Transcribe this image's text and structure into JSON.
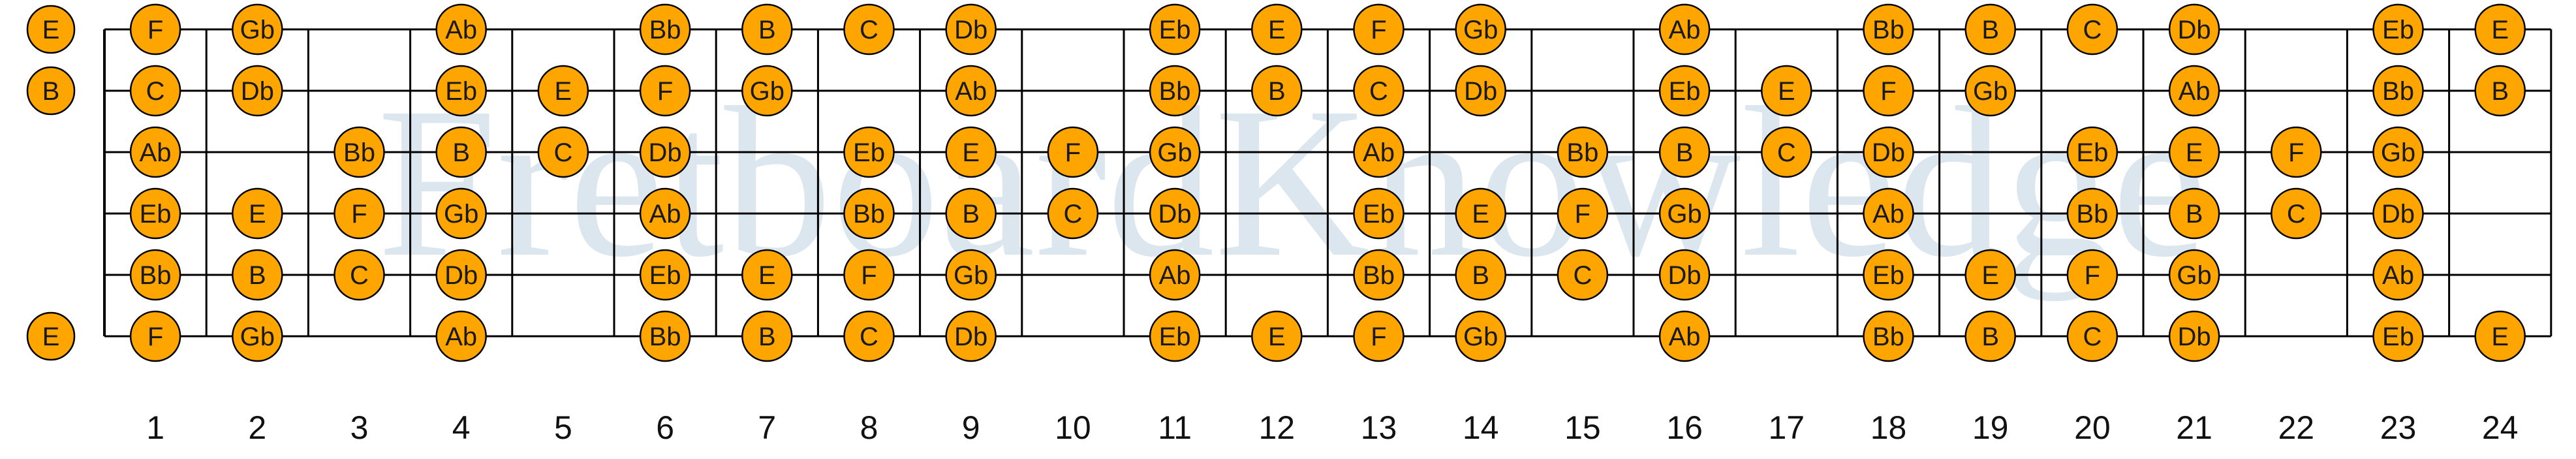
{
  "watermark": "FretboardKnowledge",
  "colors": {
    "note_fill": "#FFA500",
    "note_stroke": "#000000",
    "line": "#000000",
    "watermark": "#dbe6ee"
  },
  "frets": [
    "1",
    "2",
    "3",
    "4",
    "5",
    "6",
    "7",
    "8",
    "9",
    "10",
    "11",
    "12",
    "13",
    "14",
    "15",
    "16",
    "17",
    "18",
    "19",
    "20",
    "21",
    "22",
    "23",
    "24"
  ],
  "strings": [
    {
      "open": "E",
      "notes": [
        "F",
        "Gb",
        "",
        "Ab",
        "",
        "Bb",
        "B",
        "C",
        "Db",
        "",
        "Eb",
        "E",
        "F",
        "Gb",
        "",
        "Ab",
        "",
        "Bb",
        "B",
        "C",
        "Db",
        "",
        "Eb",
        "E"
      ]
    },
    {
      "open": "B",
      "notes": [
        "C",
        "Db",
        "",
        "Eb",
        "E",
        "F",
        "Gb",
        "",
        "Ab",
        "",
        "Bb",
        "B",
        "C",
        "Db",
        "",
        "Eb",
        "E",
        "F",
        "Gb",
        "",
        "Ab",
        "",
        "Bb",
        "B"
      ]
    },
    {
      "open": "",
      "notes": [
        "Ab",
        "",
        "Bb",
        "B",
        "C",
        "Db",
        "",
        "Eb",
        "E",
        "F",
        "Gb",
        "",
        "Ab",
        "",
        "Bb",
        "B",
        "C",
        "Db",
        "",
        "Eb",
        "E",
        "F",
        "Gb",
        ""
      ]
    },
    {
      "open": "",
      "notes": [
        "Eb",
        "E",
        "F",
        "Gb",
        "",
        "Ab",
        "",
        "Bb",
        "B",
        "C",
        "Db",
        "",
        "Eb",
        "E",
        "F",
        "Gb",
        "",
        "Ab",
        "",
        "Bb",
        "B",
        "C",
        "Db",
        ""
      ]
    },
    {
      "open": "",
      "notes": [
        "Bb",
        "B",
        "C",
        "Db",
        "",
        "Eb",
        "E",
        "F",
        "Gb",
        "",
        "Ab",
        "",
        "Bb",
        "B",
        "C",
        "Db",
        "",
        "Eb",
        "E",
        "F",
        "Gb",
        "",
        "Ab",
        ""
      ]
    },
    {
      "open": "E",
      "notes": [
        "F",
        "Gb",
        "",
        "Ab",
        "",
        "Bb",
        "B",
        "C",
        "Db",
        "",
        "Eb",
        "E",
        "F",
        "Gb",
        "",
        "Ab",
        "",
        "Bb",
        "B",
        "C",
        "Db",
        "",
        "Eb",
        "E"
      ]
    }
  ]
}
